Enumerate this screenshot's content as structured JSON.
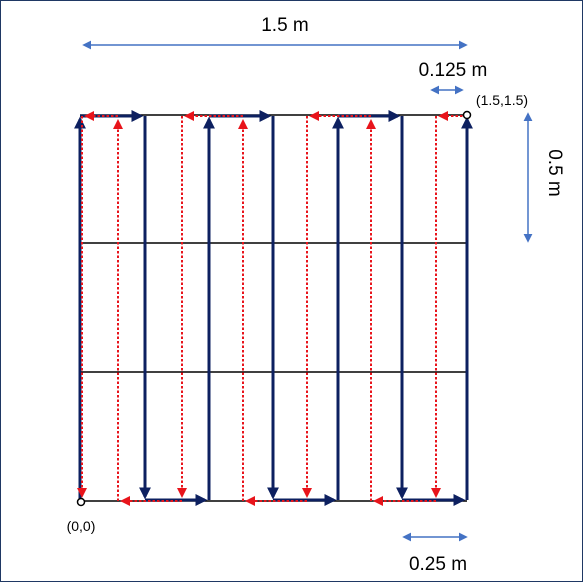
{
  "labels": {
    "width_label": "1.5 m",
    "step_label": "0.125 m",
    "height_label": "0.5 m",
    "spacing_label": "0.25 m",
    "origin_label": "(0,0)",
    "corner_label": "(1.5,1.5)"
  },
  "diagram": {
    "grid_rows": 3,
    "grid_cols": 6,
    "pass_spacing_m": 0.25,
    "offset_m": 0.125,
    "colors": {
      "primary_path": "#0d2060",
      "secondary_path": "#e8141b",
      "dimension_arrow": "#4472c4",
      "grid_line": "#000000"
    }
  }
}
